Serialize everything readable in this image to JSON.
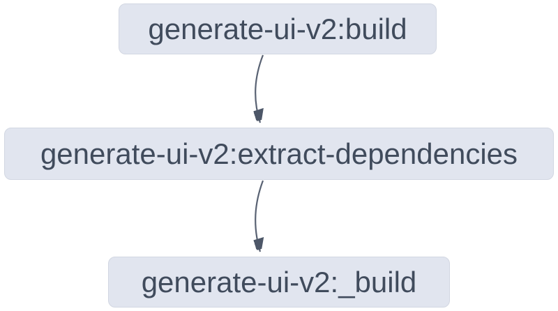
{
  "diagram": {
    "type": "task-dependency-graph",
    "direction": "top-down",
    "colors": {
      "background": "#ffffff",
      "node_fill": "#e1e5ef",
      "node_border": "#d2d7e2",
      "node_text": "#404b5c",
      "edge_stroke": "#596273",
      "arrowhead_fill": "#4d5768"
    },
    "nodes": [
      {
        "id": "generate-ui-v2:build",
        "label": "generate-ui-v2:build"
      },
      {
        "id": "generate-ui-v2:extract-dependencies",
        "label": "generate-ui-v2:extract-dependencies"
      },
      {
        "id": "generate-ui-v2:_build",
        "label": "generate-ui-v2:_build"
      }
    ],
    "edges": [
      {
        "from": "generate-ui-v2:build",
        "to": "generate-ui-v2:extract-dependencies"
      },
      {
        "from": "generate-ui-v2:extract-dependencies",
        "to": "generate-ui-v2:_build"
      }
    ]
  }
}
